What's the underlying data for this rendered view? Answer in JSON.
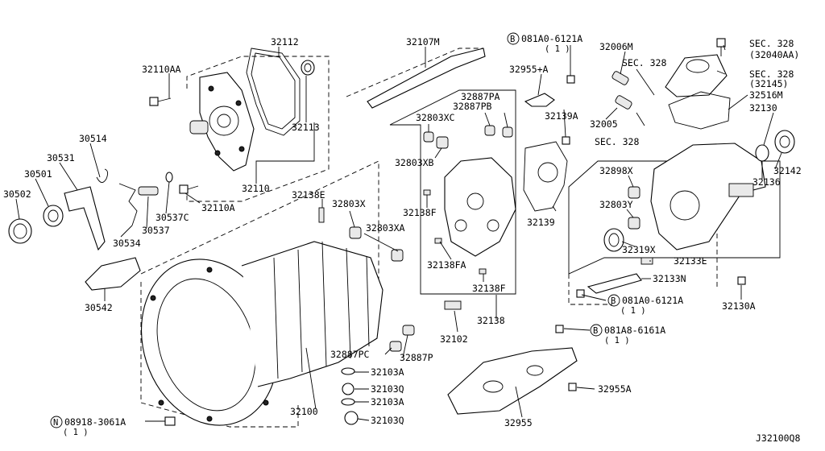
{
  "diagram_code": "J32100Q8",
  "labels": {
    "p32112": "32112",
    "p32110AA": "32110AA",
    "p32113": "32113",
    "p32110": "32110",
    "p32110A": "32110A",
    "p30514": "30514",
    "p30531": "30531",
    "p30501": "30501",
    "p30502": "30502",
    "p30537C": "30537C",
    "p30537": "30537",
    "p30534": "30534",
    "p30542": "30542",
    "p32138E": "32138E",
    "p32803X": "32803X",
    "p32803XA": "32803XA",
    "p32100": "32100",
    "p32887PC": "32887PC",
    "p32887P": "32887P",
    "p32103A_1": "32103A",
    "p32103Q_1": "32103Q",
    "p32103A_2": "32103A",
    "p32103Q_2": "32103Q",
    "p08918": "08918-3061A",
    "p08918_qty": "( 1 )",
    "p32107M": "32107M",
    "p32887PA": "32887PA",
    "p32887PB": "32887PB",
    "p32803XC": "32803XC",
    "p32803XB": "32803XB",
    "p32138F_1": "32138F",
    "p32138FA": "32138FA",
    "p32138F_2": "32138F",
    "p32102": "32102",
    "p32138": "32138",
    "pB081A0_1": "081A0-6121A",
    "pB081A0_1_qty": "( 1 )",
    "p32955A_plus": "32955+A",
    "p32139A": "32139A",
    "p32139": "32139",
    "p32006M": "32006M",
    "pSEC328_1": "SEC. 328",
    "pSEC328_1b": "(32040AA)",
    "pSEC328_2": "SEC. 328",
    "pSEC328_3": "SEC. 328",
    "pSEC328_3b": "(32145)",
    "pSEC328_4": "SEC. 328",
    "p32516M": "32516M",
    "p32130": "32130",
    "p32005": "32005",
    "p32142": "32142",
    "p32136": "32136",
    "p32898X": "32898X",
    "p32803Y": "32803Y",
    "p32319X": "32319X",
    "p32133E": "32133E",
    "p32133N": "32133N",
    "pB081A0_2": "081A0-6121A",
    "pB081A0_2_qty": "( 1 )",
    "p32130A": "32130A",
    "pB081A8": "081A8-6161A",
    "pB081A8_qty": "( 1 )",
    "p32955A": "32955A",
    "p32955": "32955",
    "circle_B": "B",
    "circle_N": "N"
  }
}
